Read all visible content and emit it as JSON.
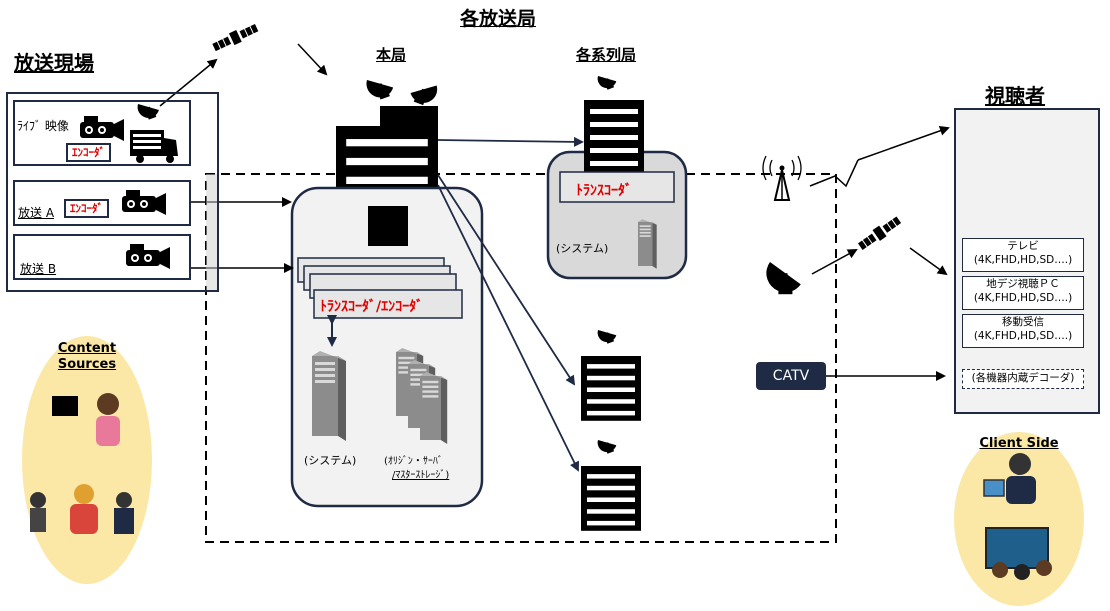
{
  "title": "各放送局",
  "sections": {
    "field": "放送現場",
    "hq": "本局",
    "affiliate": "各系列局",
    "viewers": "視聴者"
  },
  "field_rows": {
    "live": "ﾗｲﾌﾞ 映像",
    "a": "放送 A",
    "b": "放送 B"
  },
  "encoder_label": "ｴﾝｺｰﾀﾞ",
  "hq_labels": {
    "transcoder": "ﾄﾗﾝｽｺｰﾀﾞ/ｴﾝｺｰﾀﾞ",
    "system": "(システム)",
    "origin_line1": "(ｵﾘｼﾞﾝ・ｻｰﾊﾞ",
    "origin_line2": "/ﾏｽﾀｰｽﾄﾚｰｼﾞ)"
  },
  "affiliate_labels": {
    "transcoder": "ﾄﾗﾝｽｺｰﾀﾞ",
    "system": "(システム)"
  },
  "catv": "CATV",
  "viewer_items": [
    {
      "line1": "テレビ",
      "line2": "(4K,FHD,HD,SD….)"
    },
    {
      "line1": "地デジ視聴ＰＣ",
      "line2": "(4K,FHD,HD,SD….)"
    },
    {
      "line1": "移動受信",
      "line2": "(4K,FHD,HD,SD….)"
    }
  ],
  "decoder_note": "(各機器内蔵デコーダ)",
  "content_sources": "Content Sources",
  "client_side": "Client Side",
  "colors": {
    "navy": "#1f2a44",
    "red": "#e00000",
    "panel": "#f2f2f2",
    "oval": "#fbe8a6"
  }
}
